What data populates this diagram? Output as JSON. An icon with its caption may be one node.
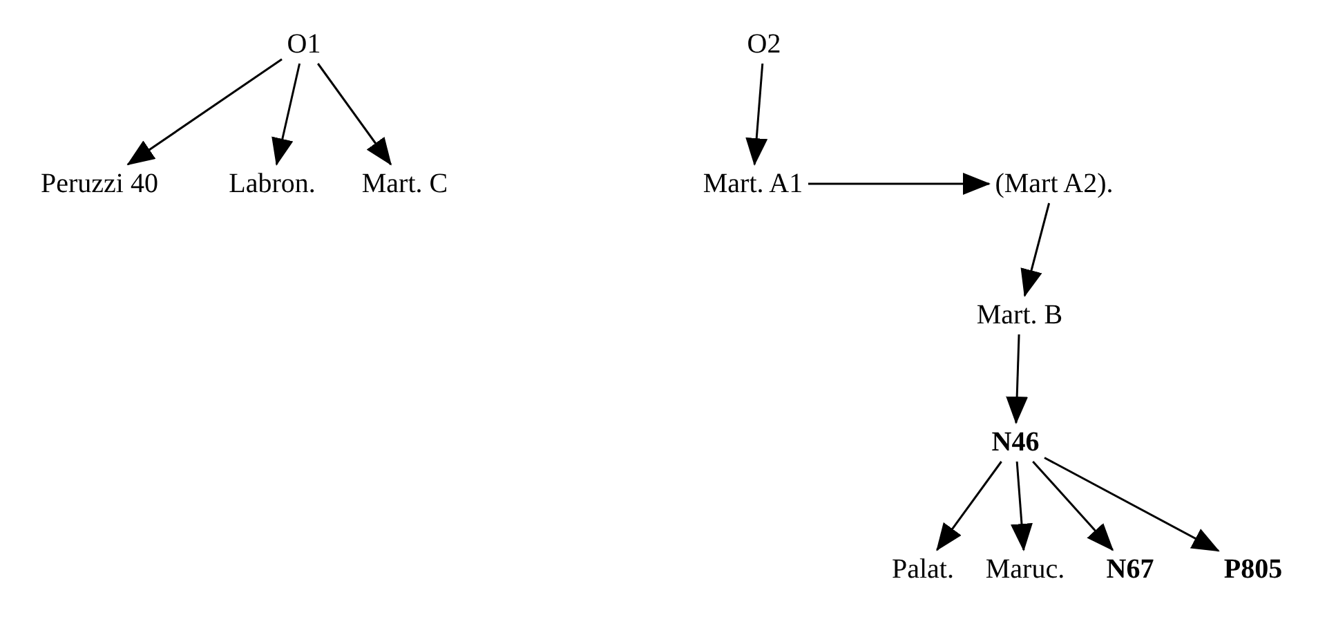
{
  "diagram": {
    "nodes": [
      {
        "text": [
          "O1"
        ]
      },
      {
        "text": [
          "Peruzzi 40"
        ]
      },
      {
        "text": [
          "Labron."
        ]
      },
      {
        "text": [
          "Mart. C"
        ]
      },
      {
        "text": [
          "O2"
        ]
      },
      {
        "text": [
          "Mart. A1"
        ]
      },
      {
        "text": [
          "(Mart A2)."
        ]
      },
      {
        "text": [
          "Mart. B"
        ]
      },
      {
        "text": [
          "N46"
        ]
      },
      {
        "text": [
          "Palat."
        ]
      },
      {
        "text": [
          "Maruc."
        ]
      },
      {
        "text": [
          "N67"
        ]
      },
      {
        "text": [
          "P805"
        ]
      }
    ],
    "edges": [
      {
        "from": 0,
        "to": 1,
        "arrow": "to"
      },
      {
        "from": 0,
        "to": 2,
        "arrow": "to"
      },
      {
        "from": 0,
        "to": 3,
        "arrow": "to"
      },
      {
        "from": 4,
        "to": 5,
        "arrow": "to"
      },
      {
        "from": 5,
        "to": 6,
        "arrow": "to"
      },
      {
        "from": 6,
        "to": 7,
        "arrow": "to"
      },
      {
        "from": 7,
        "to": 8,
        "arrow": "to"
      },
      {
        "from": 8,
        "to": 9,
        "arrow": "to"
      },
      {
        "from": 8,
        "to": 10,
        "arrow": "to"
      },
      {
        "from": 8,
        "to": 11,
        "arrow": "to"
      },
      {
        "from": 8,
        "to": 12,
        "arrow": "to"
      }
    ]
  }
}
